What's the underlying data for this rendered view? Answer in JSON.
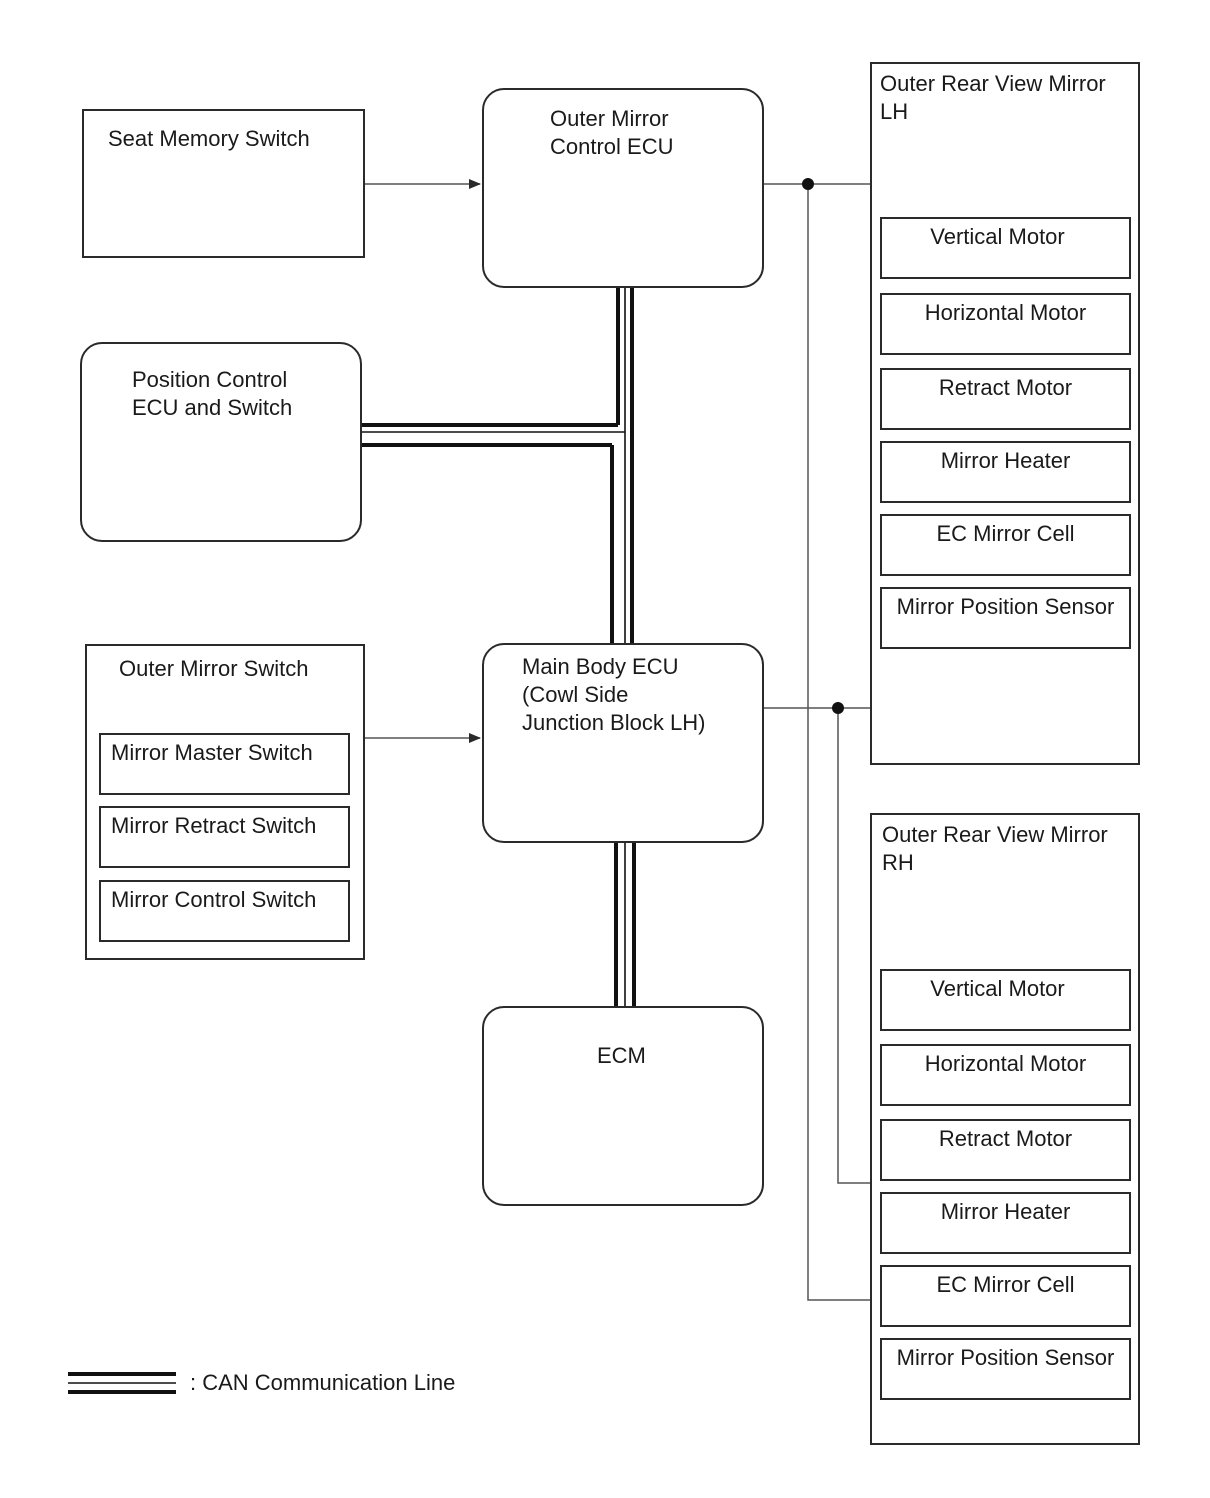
{
  "nodes": {
    "seat_memory_switch": "Seat Memory Switch",
    "outer_mirror_control_ecu": "Outer Mirror\nControl ECU",
    "position_control_ecu": "Position Control\nECU and Switch",
    "outer_mirror_switch": {
      "title": "Outer Mirror Switch",
      "items": [
        "Mirror Master Switch",
        "Mirror Retract Switch",
        "Mirror Control Switch"
      ]
    },
    "main_body_ecu": "Main Body ECU\n(Cowl Side\nJunction Block LH)",
    "ecm": "ECM",
    "mirror_lh": {
      "title": "Outer Rear View Mirror\nLH",
      "items": [
        "Vertical Motor",
        "Horizontal Motor",
        "Retract Motor",
        "Mirror Heater",
        "EC Mirror Cell",
        "Mirror Position Sensor"
      ]
    },
    "mirror_rh": {
      "title": "Outer Rear View Mirror\nRH",
      "items": [
        "Vertical Motor",
        "Horizontal Motor",
        "Retract Motor",
        "Mirror Heater",
        "EC Mirror Cell",
        "Mirror Position Sensor"
      ]
    }
  },
  "legend": {
    "can_line_label": ": CAN Communication Line"
  },
  "colors": {
    "line": "#2a2a2a",
    "signal_line": "#555555"
  }
}
